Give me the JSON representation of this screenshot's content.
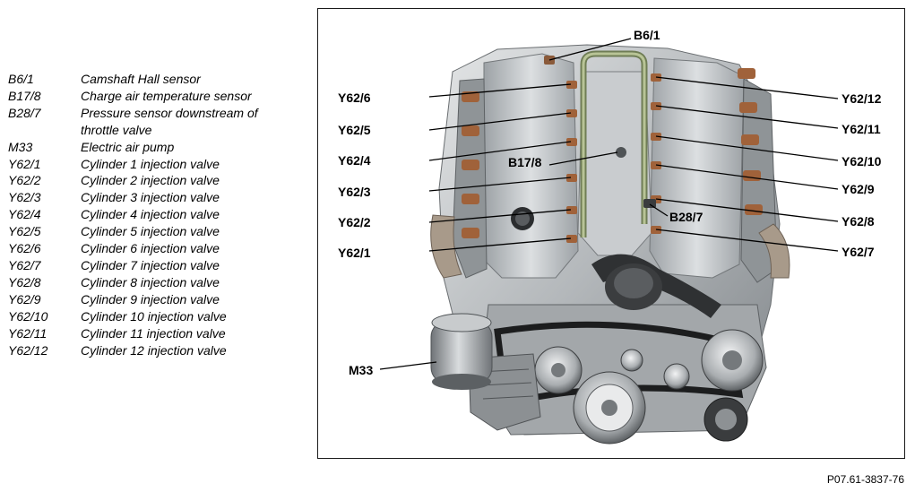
{
  "legend": [
    {
      "code": "B6/1",
      "desc": "Camshaft Hall sensor"
    },
    {
      "code": "B17/8",
      "desc": "Charge air temperature sensor"
    },
    {
      "code": "B28/7",
      "desc": "Pressure sensor downstream of throttle valve"
    },
    {
      "code": "M33",
      "desc": "Electric air pump"
    },
    {
      "code": "Y62/1",
      "desc": "Cylinder 1 injection valve"
    },
    {
      "code": "Y62/2",
      "desc": "Cylinder 2 injection valve"
    },
    {
      "code": "Y62/3",
      "desc": "Cylinder 3 injection valve"
    },
    {
      "code": "Y62/4",
      "desc": "Cylinder 4 injection valve"
    },
    {
      "code": "Y62/5",
      "desc": "Cylinder 5 injection valve"
    },
    {
      "code": "Y62/6",
      "desc": "Cylinder 6 injection valve"
    },
    {
      "code": "Y62/7",
      "desc": "Cylinder 7 injection valve"
    },
    {
      "code": "Y62/8",
      "desc": "Cylinder 8 injection valve"
    },
    {
      "code": "Y62/9",
      "desc": "Cylinder 9 injection valve"
    },
    {
      "code": "Y62/10",
      "desc": "Cylinder 10 injection valve"
    },
    {
      "code": "Y62/11",
      "desc": "Cylinder 11 injection valve"
    },
    {
      "code": "Y62/12",
      "desc": "Cylinder 12 injection valve"
    }
  ],
  "callouts": {
    "b6_1": "B6/1",
    "b17_8": "B17/8",
    "b28_7": "B28/7",
    "m33": "M33",
    "y62_1": "Y62/1",
    "y62_2": "Y62/2",
    "y62_3": "Y62/3",
    "y62_4": "Y62/4",
    "y62_5": "Y62/5",
    "y62_6": "Y62/6",
    "y62_7": "Y62/7",
    "y62_8": "Y62/8",
    "y62_9": "Y62/9",
    "y62_10": "Y62/10",
    "y62_11": "Y62/11",
    "y62_12": "Y62/12"
  },
  "reference": "P07.61-3837-76",
  "colors": {
    "metal": "#b9bcbe",
    "metal_dark": "#7d8184",
    "injector": "#a0623a",
    "fuel_rail": "#8a9a6a"
  }
}
